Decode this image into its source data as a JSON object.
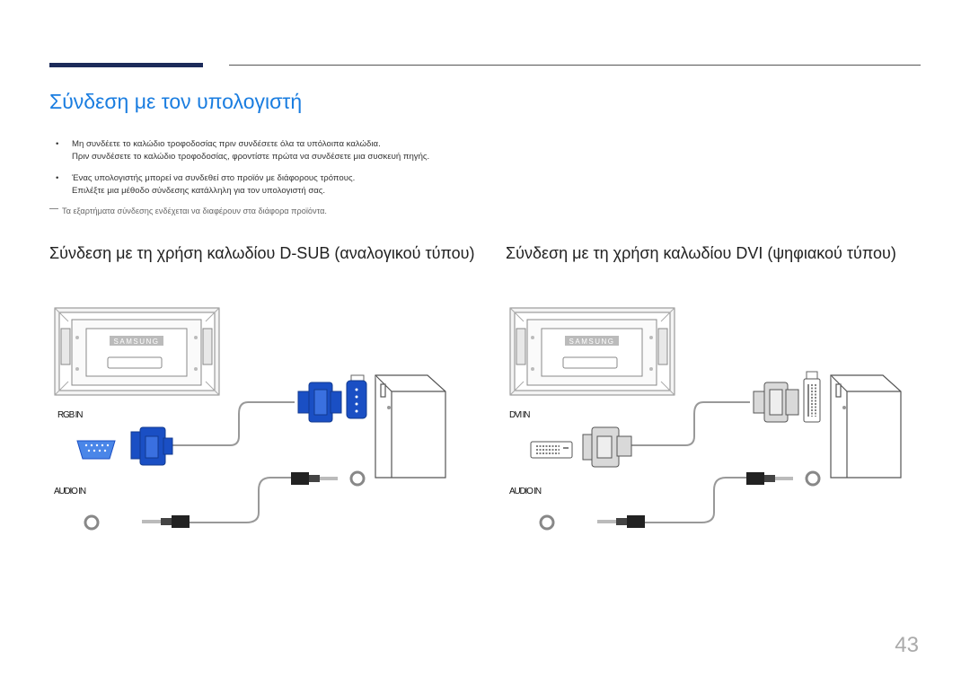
{
  "page": {
    "title": "Σύνδεση με τον υπολογιστή",
    "page_number": "43"
  },
  "bullets": [
    {
      "line1": "Μη συνδέετε το καλώδιο τροφοδοσίας πριν συνδέσετε όλα τα υπόλοιπα καλώδια.",
      "line2": "Πριν συνδέσετε το καλώδιο τροφοδοσίας, φροντίστε πρώτα να συνδέσετε μια συσκευή πηγής."
    },
    {
      "line1": "Ένας υπολογιστής μπορεί να συνδεθεί στο προϊόν με διάφορους τρόπους.",
      "line2": "Επιλέξτε μια μέθοδο σύνδεσης κατάλληλη για τον υπολογιστή σας."
    }
  ],
  "note": "Τα εξαρτήματα σύνδεσης ενδέχεται να διαφέρουν στα διάφορα προϊόντα.",
  "sections": {
    "left": {
      "heading": "Σύνδεση με τη χρήση καλωδίου D-SUB (αναλογικού τύπου)",
      "port_label": "RGB IN",
      "audio_label": "AUDIO IN",
      "brand": "SAMSUNG"
    },
    "right": {
      "heading": "Σύνδεση με τη χρήση καλωδίου DVI (ψηφιακού τύπου)",
      "port_label": "DVI IN",
      "audio_label": "AUDIO IN",
      "brand": "SAMSUNG"
    }
  },
  "colors": {
    "accent": "#1a7de0",
    "rule": "#1c2b5a",
    "vga_blue": "#1a4fc4",
    "dvi_gray": "#d9d9d9"
  }
}
